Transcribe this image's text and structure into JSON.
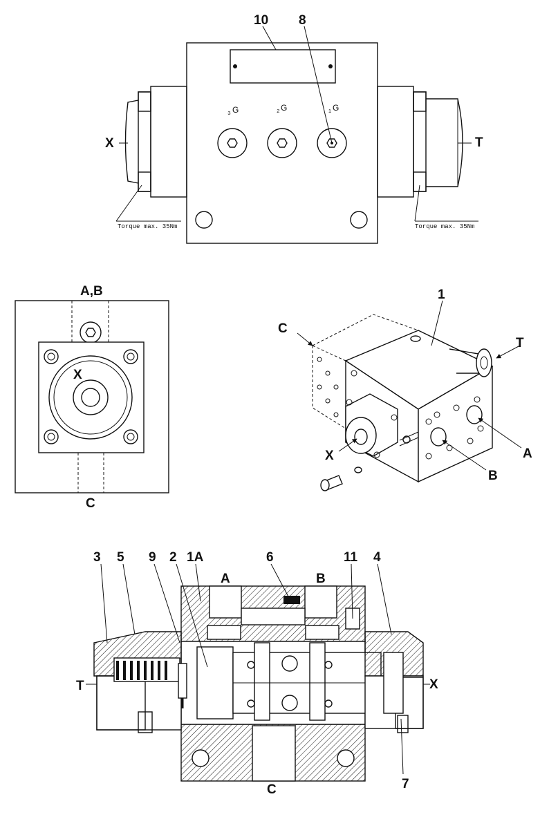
{
  "top_view": {
    "label_10": "10",
    "label_8": "8",
    "label_x": "X",
    "label_t": "T",
    "gauge_labels": [
      "G",
      "G",
      "G"
    ],
    "gauge_subs": [
      "₃",
      "₂",
      "₁"
    ],
    "torque_left": "Torque max. 35Nm",
    "torque_right": "Torque max. 35Nm"
  },
  "side_view": {
    "label_ab": "A,B",
    "label_x": "X",
    "label_c": "C"
  },
  "iso_view": {
    "label_1": "1",
    "label_c": "C",
    "label_t": "T",
    "label_x": "X",
    "label_a": "A",
    "label_b": "B"
  },
  "section_view": {
    "label_3": "3",
    "label_5": "5",
    "label_9": "9",
    "label_2": "2",
    "label_1a": "1A",
    "label_6": "6",
    "label_11": "11",
    "label_4": "4",
    "label_a": "A",
    "label_b": "B",
    "label_t": "T",
    "label_x": "X",
    "label_c": "C",
    "label_7": "7"
  }
}
